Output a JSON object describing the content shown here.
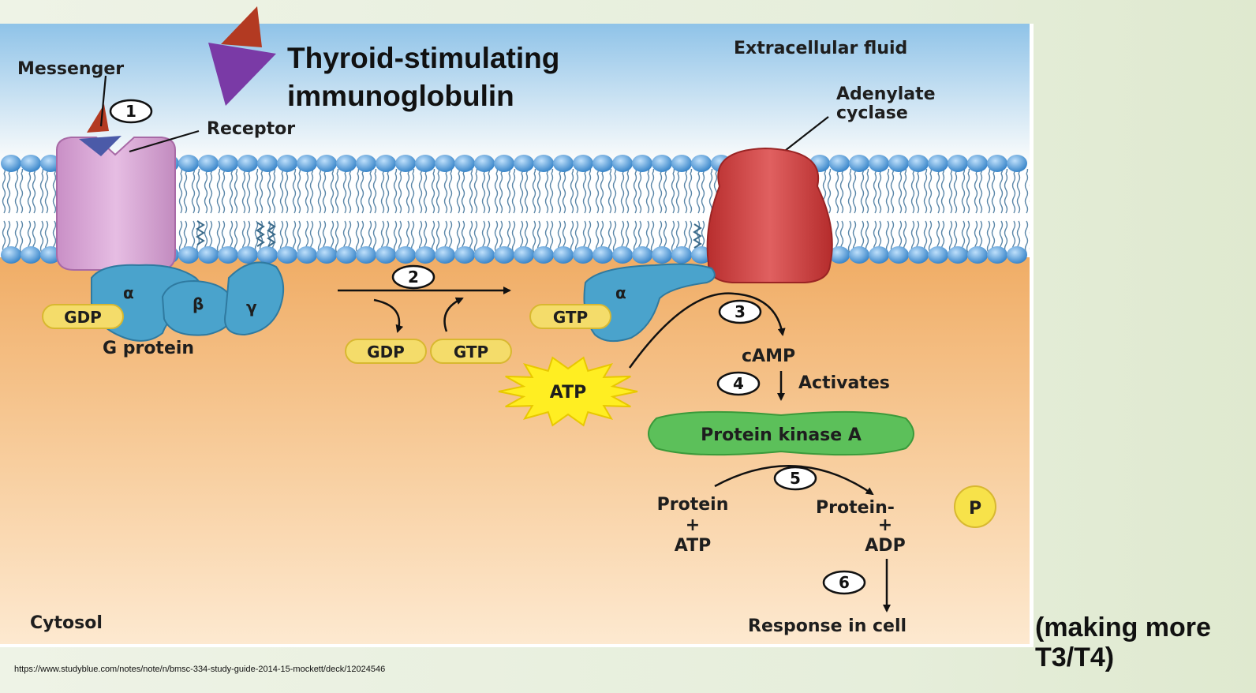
{
  "labels": {
    "messenger": "Messenger",
    "tsi_line1": "Thyroid-stimulating",
    "tsi_line2": "immunoglobulin",
    "extracellular": "Extracellular fluid",
    "receptor": "Receptor",
    "adenylate_line1": "Adenylate",
    "adenylate_line2": "cyclase",
    "alpha": "α",
    "beta": "β",
    "gamma": "γ",
    "gdp": "GDP",
    "gtp": "GTP",
    "g_protein": "G protein",
    "atp": "ATP",
    "camp": "cAMP",
    "activates": "Activates",
    "pka": "Protein kinase A",
    "protein": "Protein",
    "plus": "+",
    "protein_p": "Protein-",
    "p": "P",
    "adp": "ADP",
    "response": "Response in cell",
    "cytosol": "Cytosol"
  },
  "steps": [
    "1",
    "2",
    "3",
    "4",
    "5",
    "6"
  ],
  "side_note": "(making more\nT3/T4)",
  "source_url": "https://www.studyblue.com/notes/note/n/bmsc-334-study-guide-2014-15-mockett/deck/12024546",
  "colors": {
    "receptor": "#d8a6d6",
    "adenylate": "#cc3a3a",
    "g_protein": "#4aa3cc",
    "nucleotide": "#f4dc6a",
    "pka": "#5cc05a",
    "atp_star": "#ffee22",
    "messenger": "#b33a22",
    "tsi": "#7a3aa6",
    "membrane_head": "#3d8fd4"
  }
}
